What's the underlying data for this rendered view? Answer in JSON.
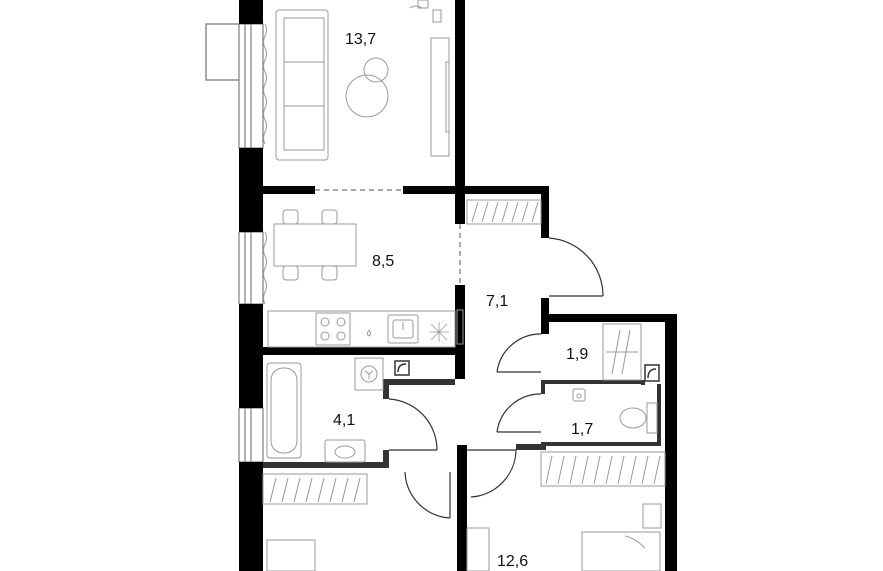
{
  "rooms": [
    {
      "id": "living",
      "area": "13,7"
    },
    {
      "id": "kitchen",
      "area": "8,5"
    },
    {
      "id": "hall",
      "area": "7,1"
    },
    {
      "id": "storage",
      "area": "1,9"
    },
    {
      "id": "bathroom",
      "area": "4,1"
    },
    {
      "id": "wc",
      "area": "1,7"
    },
    {
      "id": "bedroom",
      "area": "12,6"
    }
  ],
  "colors": {
    "wall": "#000000",
    "partition": "#333333",
    "furniture": "#9a9a9a",
    "background": "#ffffff"
  }
}
